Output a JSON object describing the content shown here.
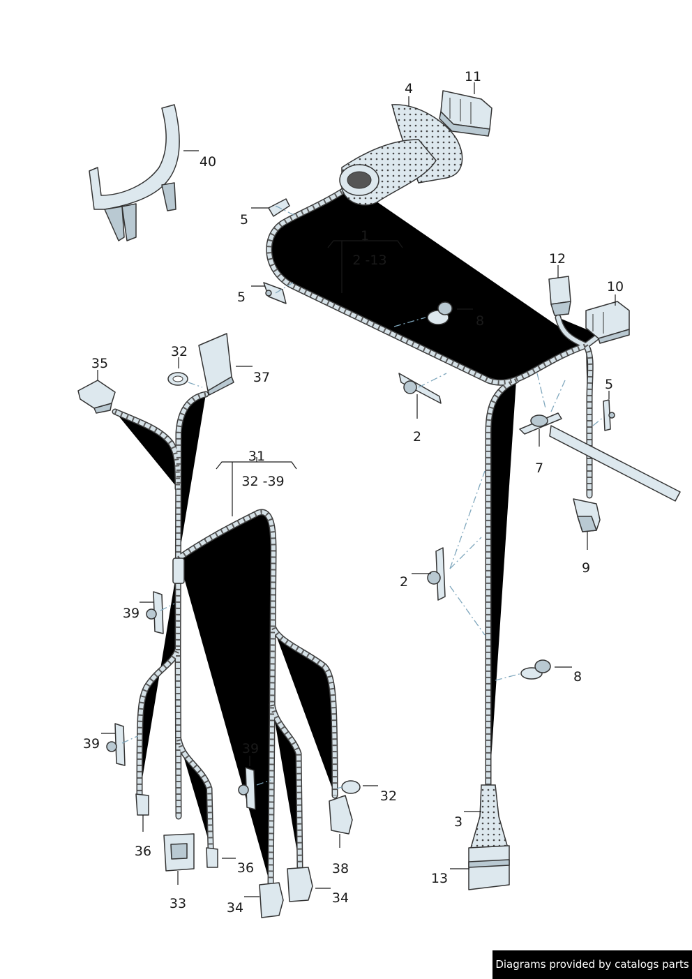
{
  "labels": {
    "l1": "1",
    "l1_range": "2 -13",
    "l2a": "2",
    "l2b": "2",
    "l3": "3",
    "l4": "4",
    "l5a": "5",
    "l5b": "5",
    "l5c": "5",
    "l7": "7",
    "l8a": "8",
    "l8b": "8",
    "l9": "9",
    "l10": "10",
    "l11": "11",
    "l12": "12",
    "l13": "13",
    "l31": "31",
    "l31_range": "32 -39",
    "l32a": "32",
    "l32b": "32",
    "l33": "33",
    "l34a": "34",
    "l34b": "34",
    "l35": "35",
    "l36a": "36",
    "l36b": "36",
    "l37": "37",
    "l38": "38",
    "l39a": "39",
    "l39b": "39",
    "l39c": "39",
    "l40": "40"
  },
  "footer": {
    "text": "Diagrams provided by catalogs parts"
  },
  "colors": {
    "wire_fill": "#d6e2e8",
    "outline": "#333333",
    "leader_dash": "#7fa7bd",
    "footer_bg": "#000000"
  }
}
